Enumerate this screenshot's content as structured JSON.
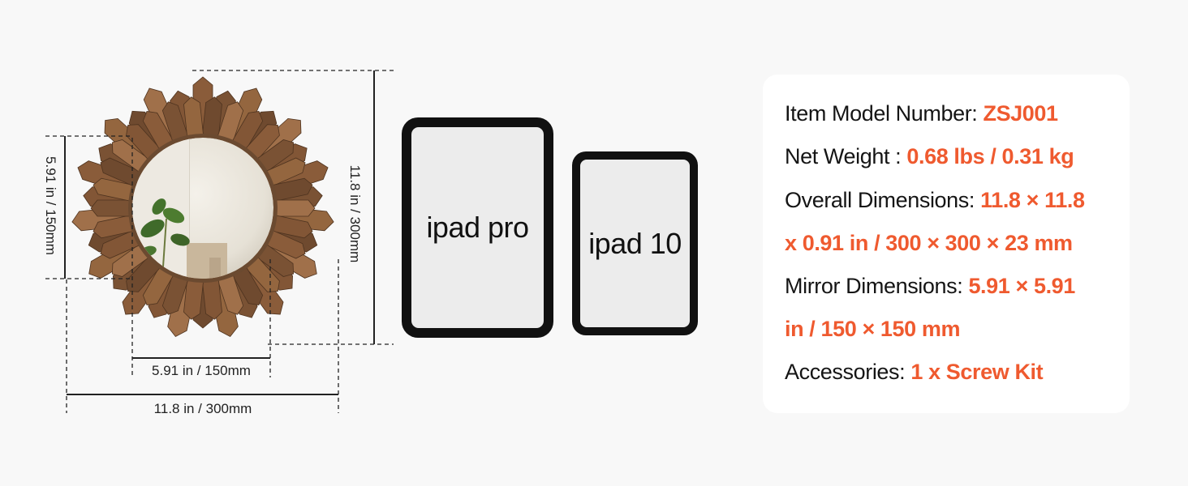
{
  "mirror": {
    "dim_height_outer": "11.8 in / 300mm",
    "dim_height_inner": "5.91 in / 150mm",
    "dim_width_inner": "5.91 in / 150mm",
    "dim_width_outer": "11.8 in / 300mm"
  },
  "tablets": {
    "large_label": "ipad pro",
    "small_label": "ipad 10"
  },
  "specs": {
    "model_label": "Item Model Number: ",
    "model_value": "ZSJ001",
    "weight_label": "Net Weight : ",
    "weight_value": "0.68 lbs / 0.31 kg",
    "overall_label": "Overall Dimensions: ",
    "overall_value_1": "11.8 × 11.8",
    "overall_value_2": "x 0.91 in / 300 × 300 × 23 mm",
    "mirror_label": "Mirror Dimensions: ",
    "mirror_value_1": "5.91 × 5.91",
    "mirror_value_2": "in / 150 × 150 mm",
    "accessories_label": "Accessories: ",
    "accessories_value": "1 x Screw Kit"
  },
  "colors": {
    "accent": "#ef5a2f",
    "wood": "#7a5234",
    "tablet_frame": "#111111"
  }
}
